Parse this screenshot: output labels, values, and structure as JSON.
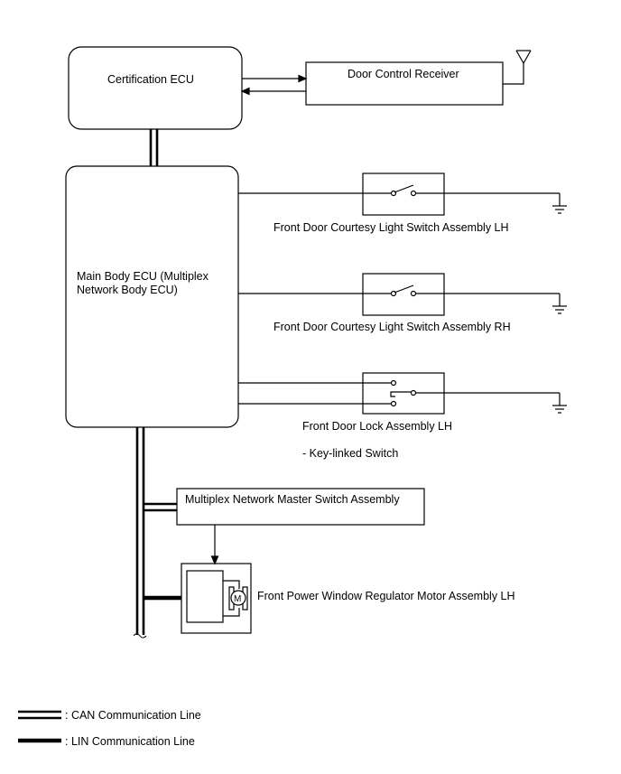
{
  "components": {
    "certification_ecu": "Certification ECU",
    "door_control_receiver": "Door Control Receiver",
    "main_body_ecu_line1": "Main Body ECU (Multiplex",
    "main_body_ecu_line2": "Network Body ECU)",
    "courtesy_switch_lh": "Front Door Courtesy Light Switch Assembly LH",
    "courtesy_switch_rh": "Front Door Courtesy Light Switch Assembly RH",
    "door_lock_lh": "Front Door Lock Assembly LH",
    "key_linked_switch": "- Key-linked Switch",
    "master_switch": "Multiplex Network Master Switch Assembly",
    "window_motor_lh": "Front Power Window Regulator Motor Assembly LH",
    "motor_symbol": "M"
  },
  "legend": {
    "can_line": ": CAN Communication Line",
    "lin_line": ": LIN Communication Line"
  },
  "colors": {
    "line": "#000000",
    "background": "#ffffff"
  }
}
